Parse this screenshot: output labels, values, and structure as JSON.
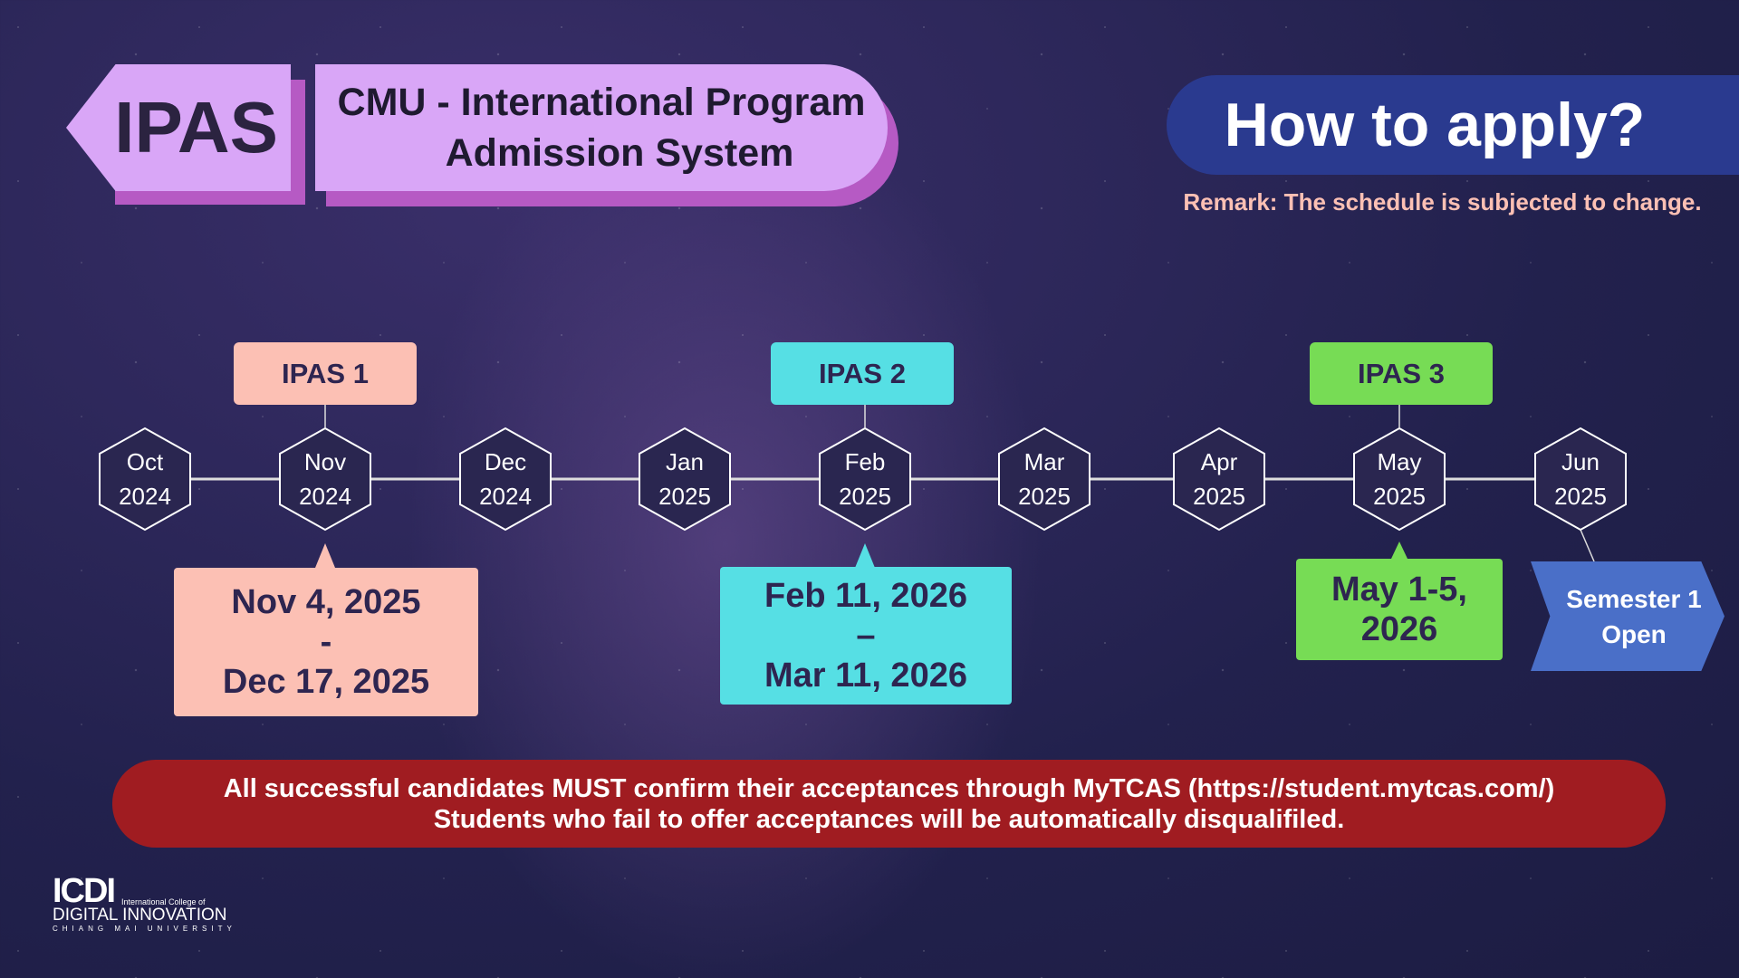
{
  "header": {
    "badge": "IPAS",
    "title_line1": "CMU - International Program",
    "title_line2": "Admission System",
    "how_to_apply": "How to apply?",
    "remark": "Remark: The schedule is subjected to change."
  },
  "timeline": {
    "months": [
      {
        "m": "Oct",
        "y": "2024"
      },
      {
        "m": "Nov",
        "y": "2024"
      },
      {
        "m": "Dec",
        "y": "2024"
      },
      {
        "m": "Jan",
        "y": "2025"
      },
      {
        "m": "Feb",
        "y": "2025"
      },
      {
        "m": "Mar",
        "y": "2025"
      },
      {
        "m": "Apr",
        "y": "2025"
      },
      {
        "m": "May",
        "y": "2025"
      },
      {
        "m": "Jun",
        "y": "2025"
      }
    ],
    "rounds": [
      {
        "label": "IPAS 1",
        "date_line1": "Nov 4, 2025",
        "date_sep": "-",
        "date_line2": "Dec 17, 2025",
        "color": "#fcc0b4"
      },
      {
        "label": "IPAS 2",
        "date_line1": "Feb 11, 2026",
        "date_sep": "–",
        "date_line2": "Mar 11, 2026",
        "color": "#56dfe4"
      },
      {
        "label": "IPAS 3",
        "date_line1": "May 1-5,",
        "date_line2": "2026",
        "color": "#77dc55"
      }
    ],
    "semester": {
      "line1": "Semester 1",
      "line2": "Open"
    }
  },
  "banner": {
    "line1": "All successful candidates MUST confirm their acceptances through  MyTCAS (https://student.mytcas.com/)",
    "line2": "Students who fail to offer acceptances will be automatically disqualifiled."
  },
  "logo": {
    "mark": "ICDI",
    "subtitle": "International College of",
    "name": "DIGITAL INNOVATION",
    "university": "CHIANG MAI UNIVERSITY"
  }
}
